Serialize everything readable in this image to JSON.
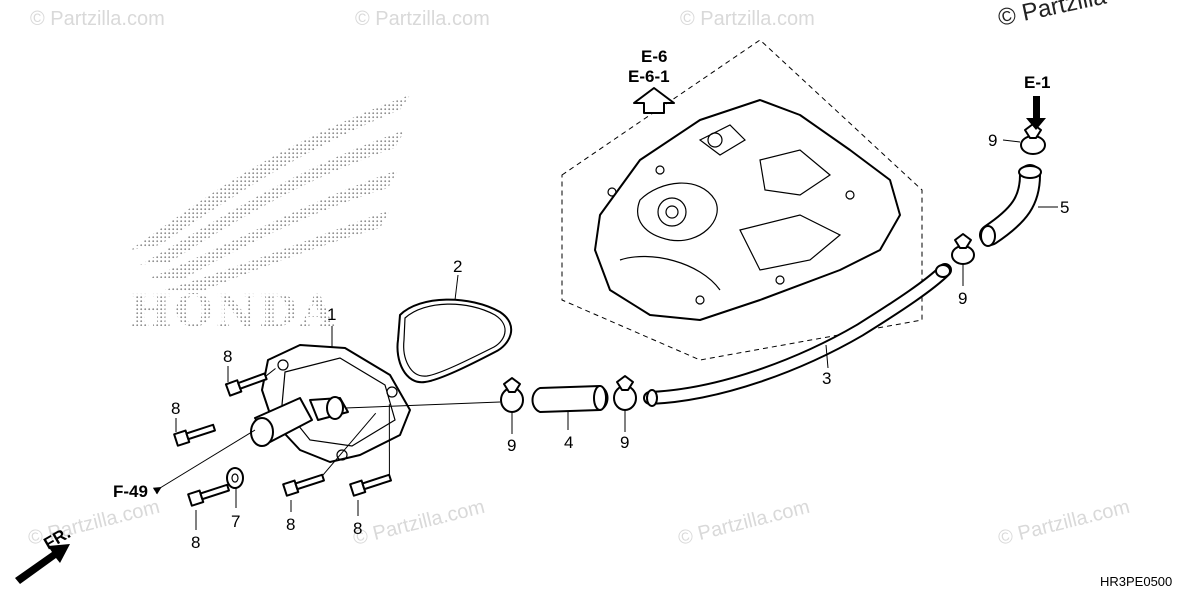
{
  "watermarks": {
    "corner": "© Partzilla",
    "repeat": "© Partzilla.com"
  },
  "brand_logo_text": "HONDA",
  "diagram_code": "HR3PE0500",
  "refs": {
    "up_arrow_ref_1": "E-6",
    "up_arrow_ref_2": "E-6-1",
    "hose_top_ref": "E-1",
    "left_ref": "F-49",
    "front_label": "FR."
  },
  "callouts": {
    "water_pump_cover": "1",
    "o_ring": "2",
    "long_water_hose": "3",
    "short_water_hose": "4",
    "bent_hose": "5",
    "washer": "7",
    "bolt": "8",
    "hose_clamp": "9"
  }
}
